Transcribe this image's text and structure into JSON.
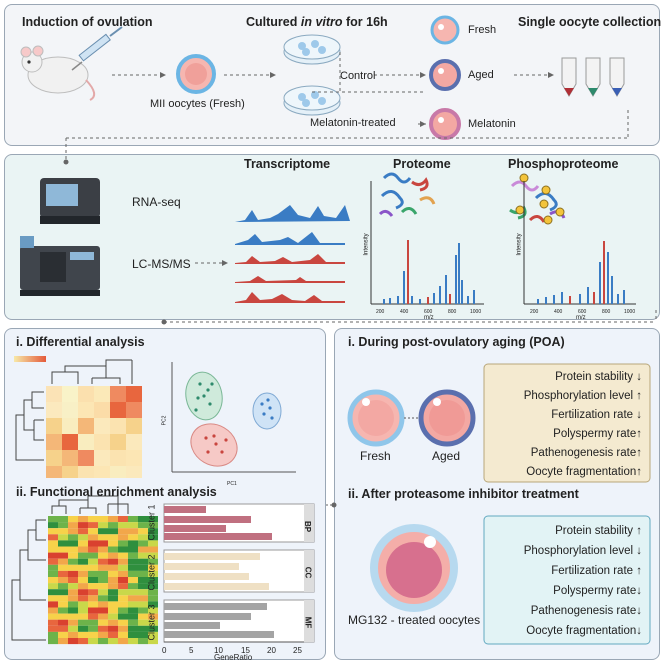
{
  "top": {
    "induction": "Induction of ovulation",
    "mii": "MII oocytes (Fresh)",
    "cultured_pre": "Cultured ",
    "cultured_italic": "in vitro",
    "cultured_post": " for 16h",
    "control": "Control",
    "melatonin_treated": "Melatonin-treated",
    "fresh": "Fresh",
    "aged": "Aged",
    "melatonin": "Melatonin",
    "single": "Single oocyte collection"
  },
  "middle": {
    "rnaseq": "RNA-seq",
    "lcms": "LC-MS/MS",
    "transcriptome": "Transcriptome",
    "proteome": "Proteome",
    "phosphoproteome": "Phosphoproteome",
    "intensity": "Intensity",
    "mz": "m/z",
    "ticks": [
      "200",
      "400",
      "600",
      "800",
      "1000"
    ]
  },
  "left": {
    "diff_title": "i. Differential analysis",
    "pc1": "PC1",
    "pc2": "PC2",
    "func_title": "ii. Functional enrichment analysis",
    "cluster1": "Cluster 1",
    "cluster2": "Cluster 2",
    "cluster3": "Cluster 3",
    "bp": "BP",
    "cc": "CC",
    "mf": "MF",
    "gene_ratio": "GeneRatio",
    "gr_ticks": [
      "0",
      "5",
      "10",
      "15",
      "20",
      "25"
    ]
  },
  "right": {
    "poa_title": "i. During post-ovulatory aging (POA)",
    "fresh": "Fresh",
    "aged": "Aged",
    "poa_items": [
      "Protein stability ↓",
      "Phosphorylation level ↑",
      "Fertilization rate ↓",
      "Polyspermy rate↑",
      "Pathenogenesis rate↑",
      "Oocyte fragmentation↑"
    ],
    "inhib_title": "ii. After proteasome inhibitor treatment",
    "mg132": "MG132 - treated oocytes",
    "inhib_items": [
      "Protein stability ↑",
      "Phosphorylation level ↓",
      "Fertilization rate ↑",
      "Polyspermy rate↓",
      "Pathenogenesis rate↓",
      "Oocyte fragmentation↓"
    ]
  },
  "colors": {
    "blue": "#3a7cc4",
    "red": "#c9463f",
    "beige": "#f4ead0",
    "teal_box": "#e2f3f5"
  }
}
